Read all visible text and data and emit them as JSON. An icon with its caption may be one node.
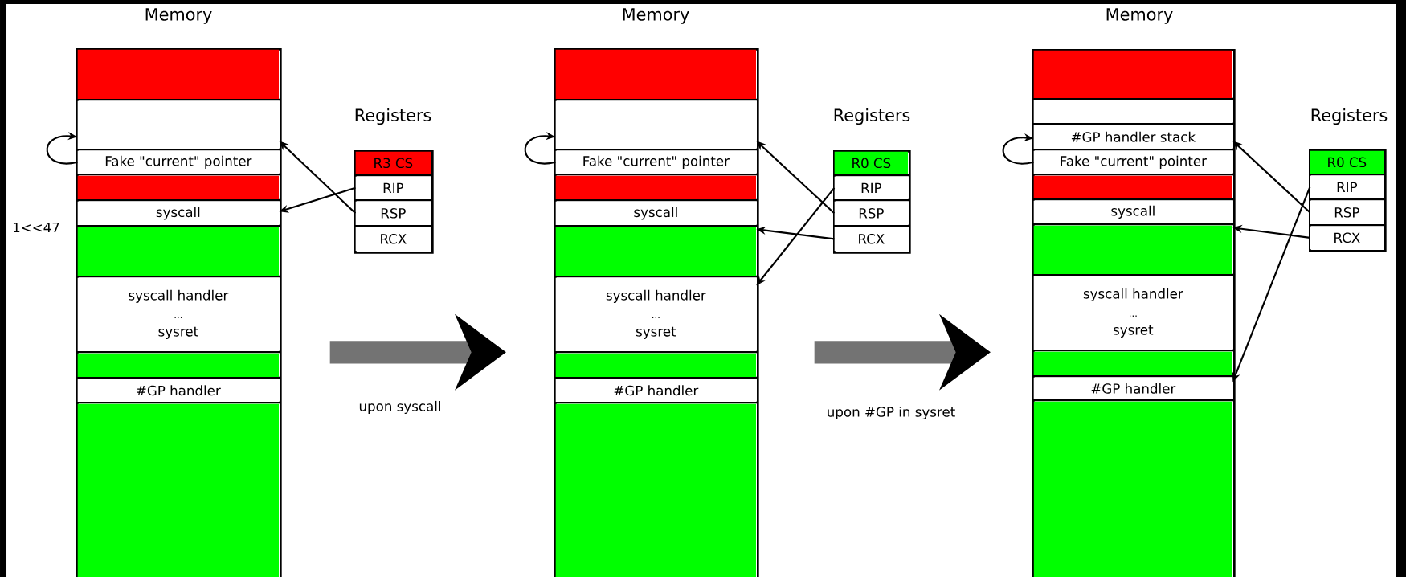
{
  "diagram": {
    "nodes": [
      {
        "text": [
          "Memory"
        ]
      },
      {
        "text": [],
        "shape": "box",
        "in": 0
      },
      {
        "text": [],
        "shape": "box",
        "in": 0
      },
      {
        "text": [
          "Fake \"current\" pointer"
        ],
        "in": 0
      },
      {
        "text": [],
        "shape": "box",
        "in": 0
      },
      {
        "text": [
          "syscall"
        ],
        "in": 0
      },
      {
        "text": [],
        "shape": "box",
        "in": 0
      },
      {
        "text": [
          "syscall handler",
          "...",
          "sysret"
        ],
        "in": 0
      },
      {
        "text": [],
        "shape": "box",
        "in": 0
      },
      {
        "text": [
          "#GP handler"
        ],
        "in": 0
      },
      {
        "text": [],
        "shape": "box",
        "in": 0
      },
      {
        "text": [
          "Registers"
        ]
      },
      {
        "text": [
          "R3 CS"
        ],
        "in": 11
      },
      {
        "text": [
          "RIP"
        ],
        "in": 11
      },
      {
        "text": [
          "RSP"
        ],
        "in": 11
      },
      {
        "text": [
          "RCX"
        ],
        "in": 11
      },
      {
        "text": [
          "Memory"
        ]
      },
      {
        "text": [],
        "shape": "box",
        "in": 16
      },
      {
        "text": [],
        "shape": "box",
        "in": 16
      },
      {
        "text": [
          "Fake \"current\" pointer"
        ],
        "in": 16
      },
      {
        "text": [],
        "shape": "box",
        "in": 16
      },
      {
        "text": [
          "syscall"
        ],
        "in": 16
      },
      {
        "text": [],
        "shape": "box",
        "in": 16
      },
      {
        "text": [
          "syscall handler",
          "...",
          "sysret"
        ],
        "in": 16
      },
      {
        "text": [],
        "shape": "box",
        "in": 16
      },
      {
        "text": [
          "#GP handler"
        ],
        "in": 16
      },
      {
        "text": [],
        "shape": "box",
        "in": 16
      },
      {
        "text": [
          "Registers"
        ]
      },
      {
        "text": [
          "R0 CS"
        ],
        "in": 27
      },
      {
        "text": [
          "RIP"
        ],
        "in": 27
      },
      {
        "text": [
          "RSP"
        ],
        "in": 27
      },
      {
        "text": [
          "RCX"
        ],
        "in": 27
      },
      {
        "text": [
          "Memory"
        ]
      },
      {
        "text": [],
        "shape": "box",
        "in": 32
      },
      {
        "text": [],
        "shape": "box",
        "in": 32
      },
      {
        "text": [
          "#GP handler stack"
        ],
        "in": 32
      },
      {
        "text": [
          "Fake \"current\" pointer"
        ],
        "in": 32
      },
      {
        "text": [],
        "shape": "box",
        "in": 32
      },
      {
        "text": [
          "syscall"
        ],
        "in": 32
      },
      {
        "text": [],
        "shape": "box",
        "in": 32
      },
      {
        "text": [
          "syscall handler",
          "...",
          "sysret"
        ],
        "in": 32
      },
      {
        "text": [],
        "shape": "box",
        "in": 32
      },
      {
        "text": [
          "#GP handler"
        ],
        "in": 32
      },
      {
        "text": [],
        "shape": "box",
        "in": 32
      },
      {
        "text": [
          "Registers"
        ]
      },
      {
        "text": [
          "R0 CS"
        ],
        "in": 44
      },
      {
        "text": [
          "RIP"
        ],
        "in": 44
      },
      {
        "text": [
          "RSP"
        ],
        "in": 44
      },
      {
        "text": [
          "RCX"
        ],
        "in": 44
      }
    ],
    "edges": [
      {
        "from": 3,
        "to": 2,
        "arrow": "to"
      },
      {
        "from": 14,
        "to": 2,
        "arrow": "to"
      },
      {
        "from": 13,
        "to": 5,
        "arrow": "to"
      },
      {
        "from": 0,
        "to": 16,
        "arrow": "to",
        "label": "upon syscall",
        "style": "thick",
        "color": "#737373"
      },
      {
        "from": 19,
        "to": 18,
        "arrow": "to"
      },
      {
        "from": 30,
        "to": 18,
        "arrow": "to"
      },
      {
        "from": 31,
        "to": 22,
        "arrow": "to"
      },
      {
        "from": 29,
        "to": 23,
        "arrow": "to"
      },
      {
        "from": 16,
        "to": 32,
        "arrow": "to",
        "label": "upon #GP in sysret",
        "style": "thick",
        "color": "#737373"
      },
      {
        "from": 36,
        "to": 35,
        "arrow": "to"
      },
      {
        "from": 47,
        "to": 35,
        "arrow": "to"
      },
      {
        "from": 48,
        "to": 39,
        "arrow": "to"
      },
      {
        "from": 46,
        "to": 42,
        "arrow": "to"
      }
    ],
    "labels": [
      "1<<47"
    ]
  }
}
